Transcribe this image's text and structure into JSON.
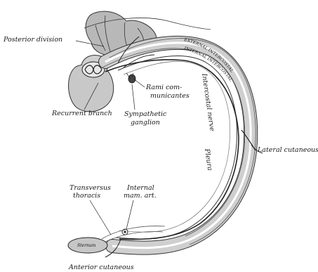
{
  "figure": {
    "labels": {
      "posterior_division": "Posterior division",
      "rami_line1": "Rami com-",
      "rami_line2": "municantes",
      "recurrent_branch": "Recurrent branch",
      "sympathetic_line1": "Sympathetic",
      "sympathetic_line2": "ganglion",
      "intercostal_nerve": "Intercostal nerve",
      "pleura": "Pleura",
      "lateral_cutaneous": "Lateral cutaneous",
      "transversus_line1": "Transversus",
      "transversus_line2": "thoracis",
      "internal_line1": "Internal",
      "internal_line2": "mam. art.",
      "sternum": "Sternum",
      "anterior_cutaneous": "Anterior cutaneous",
      "ext_intercostal": "EXTERNAL INTERCOSTAL",
      "int_intercostal": "INTERNAL INTERCOSTAL"
    }
  }
}
